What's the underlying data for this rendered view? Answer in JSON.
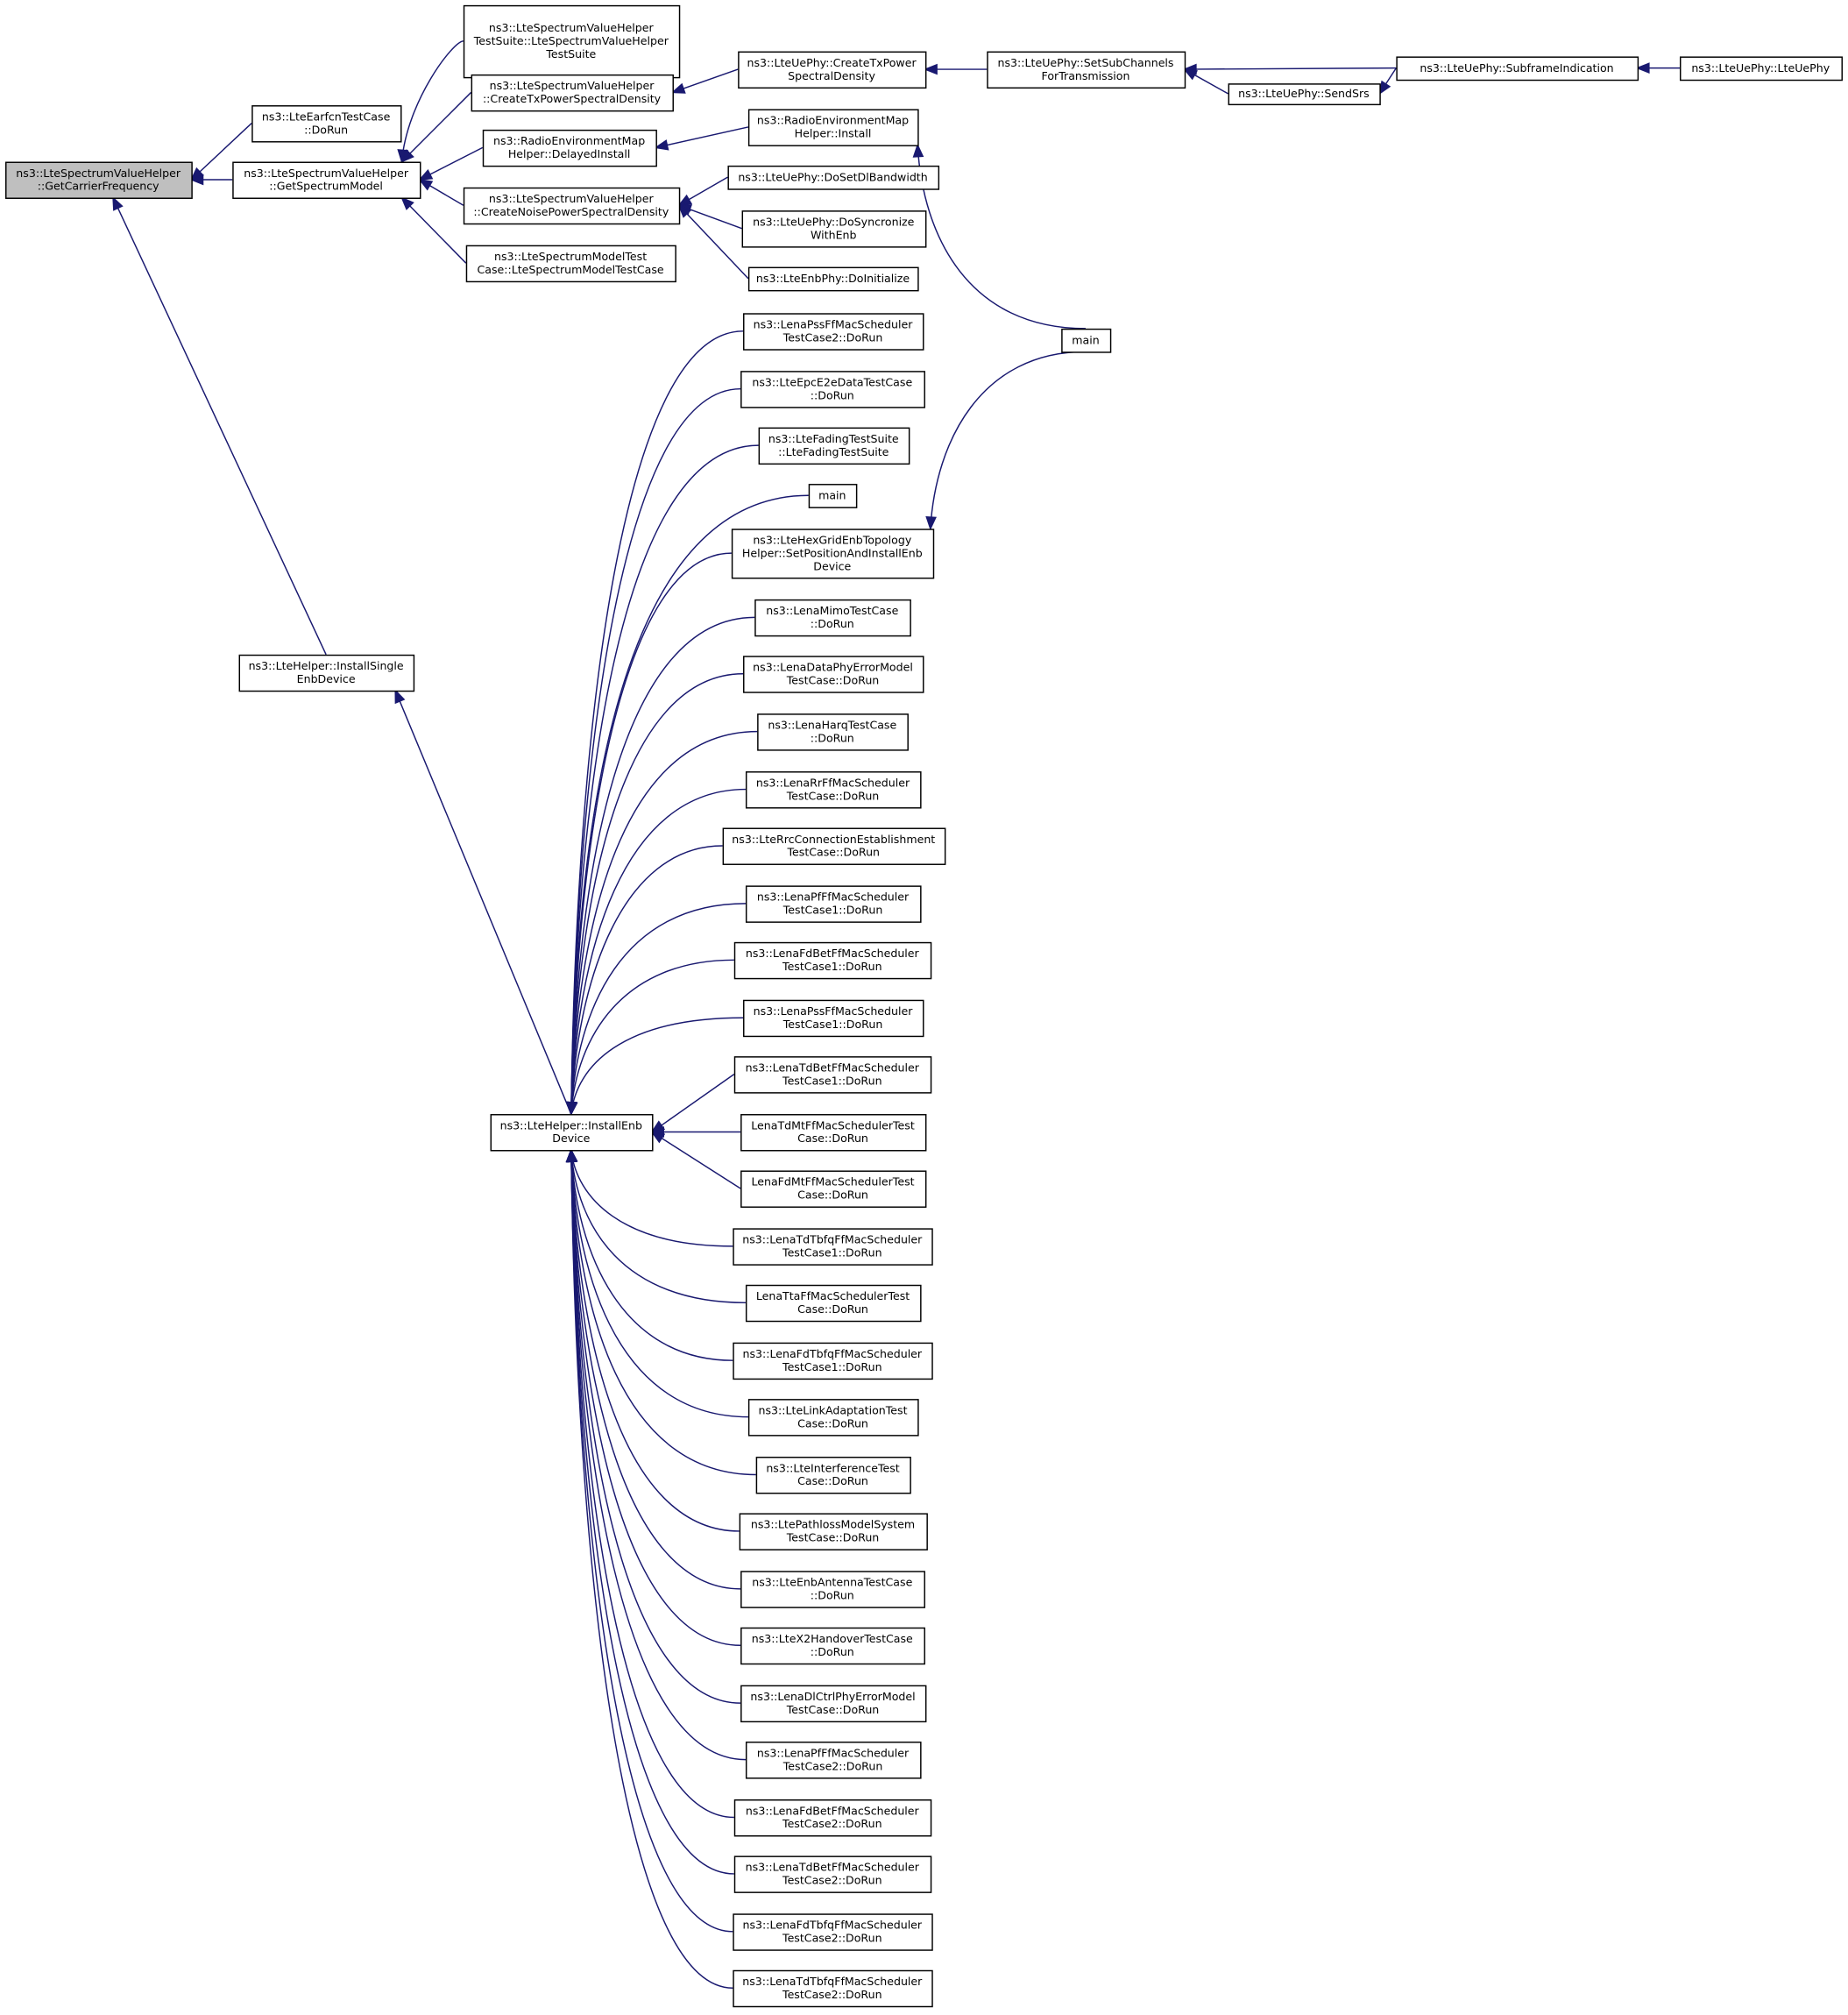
{
  "graph": {
    "colors": {
      "edge": "#191970",
      "root_fill": "#bfbfbf",
      "node_fill": "#ffffff"
    },
    "root": "root",
    "nodes": [
      {
        "id": "root",
        "lines": [
          "ns3::LteSpectrumValueHelper",
          "::GetCarrierFrequency"
        ]
      },
      {
        "id": "earfcn",
        "lines": [
          "ns3::LteEarfcnTestCase",
          "::DoRun"
        ]
      },
      {
        "id": "getspec",
        "lines": [
          "ns3::LteSpectrumValueHelper",
          "::GetSpectrumModel"
        ]
      },
      {
        "id": "testsuite",
        "lines": [
          "ns3::LteSpectrumValueHelper",
          "TestSuite::LteSpectrumValueHelper",
          "TestSuite"
        ]
      },
      {
        "id": "createtx",
        "lines": [
          "ns3::LteSpectrumValueHelper",
          "::CreateTxPowerSpectralDensity"
        ]
      },
      {
        "id": "remdelayed",
        "lines": [
          "ns3::RadioEnvironmentMap",
          "Helper::DelayedInstall"
        ]
      },
      {
        "id": "createnoise",
        "lines": [
          "ns3::LteSpectrumValueHelper",
          "::CreateNoisePowerSpectralDensity"
        ]
      },
      {
        "id": "specmodeltc",
        "lines": [
          "ns3::LteSpectrumModelTest",
          "Case::LteSpectrumModelTestCase"
        ]
      },
      {
        "id": "uecreatetx",
        "lines": [
          "ns3::LteUePhy::CreateTxPower",
          "SpectralDensity"
        ]
      },
      {
        "id": "reminstall",
        "lines": [
          "ns3::RadioEnvironmentMap",
          "Helper::Install"
        ]
      },
      {
        "id": "dosetdl",
        "lines": [
          "ns3::LteUePhy::DoSetDlBandwidth"
        ]
      },
      {
        "id": "dosync",
        "lines": [
          "ns3::LteUePhy::DoSyncronize",
          "WithEnb"
        ]
      },
      {
        "id": "enbinit",
        "lines": [
          "ns3::LteEnbPhy::DoInitialize"
        ]
      },
      {
        "id": "setsub",
        "lines": [
          "ns3::LteUePhy::SetSubChannels",
          "ForTransmission"
        ]
      },
      {
        "id": "sendsrs",
        "lines": [
          "ns3::LteUePhy::SendSrs"
        ]
      },
      {
        "id": "subframe",
        "lines": [
          "ns3::LteUePhy::SubframeIndication"
        ]
      },
      {
        "id": "uephyctor",
        "lines": [
          "ns3::LteUePhy::LteUePhy"
        ]
      },
      {
        "id": "main1",
        "lines": [
          "main"
        ]
      },
      {
        "id": "installsingle",
        "lines": [
          "ns3::LteHelper::InstallSingle",
          "EnbDevice"
        ]
      },
      {
        "id": "installenb",
        "lines": [
          "ns3::LteHelper::InstallEnb",
          "Device"
        ]
      },
      {
        "id": "c1",
        "lines": [
          "ns3::LenaPssFfMacScheduler",
          "TestCase2::DoRun"
        ]
      },
      {
        "id": "c2",
        "lines": [
          "ns3::LteEpcE2eDataTestCase",
          "::DoRun"
        ]
      },
      {
        "id": "c3",
        "lines": [
          "ns3::LteFadingTestSuite",
          "::LteFadingTestSuite"
        ]
      },
      {
        "id": "c4",
        "lines": [
          "main"
        ]
      },
      {
        "id": "c5",
        "lines": [
          "ns3::LteHexGridEnbTopology",
          "Helper::SetPositionAndInstallEnb",
          "Device"
        ]
      },
      {
        "id": "c6",
        "lines": [
          "ns3::LenaMimoTestCase",
          "::DoRun"
        ]
      },
      {
        "id": "c7",
        "lines": [
          "ns3::LenaDataPhyErrorModel",
          "TestCase::DoRun"
        ]
      },
      {
        "id": "c8",
        "lines": [
          "ns3::LenaHarqTestCase",
          "::DoRun"
        ]
      },
      {
        "id": "c9",
        "lines": [
          "ns3::LenaRrFfMacScheduler",
          "TestCase::DoRun"
        ]
      },
      {
        "id": "c10",
        "lines": [
          "ns3::LteRrcConnectionEstablishment",
          "TestCase::DoRun"
        ]
      },
      {
        "id": "c11",
        "lines": [
          "ns3::LenaPfFfMacScheduler",
          "TestCase1::DoRun"
        ]
      },
      {
        "id": "c12",
        "lines": [
          "ns3::LenaFdBetFfMacScheduler",
          "TestCase1::DoRun"
        ]
      },
      {
        "id": "c13",
        "lines": [
          "ns3::LenaPssFfMacScheduler",
          "TestCase1::DoRun"
        ]
      },
      {
        "id": "c14",
        "lines": [
          "ns3::LenaTdBetFfMacScheduler",
          "TestCase1::DoRun"
        ]
      },
      {
        "id": "c15",
        "lines": [
          "LenaTdMtFfMacSchedulerTest",
          "Case::DoRun"
        ]
      },
      {
        "id": "c16",
        "lines": [
          "LenaFdMtFfMacSchedulerTest",
          "Case::DoRun"
        ]
      },
      {
        "id": "c17",
        "lines": [
          "ns3::LenaTdTbfqFfMacScheduler",
          "TestCase1::DoRun"
        ]
      },
      {
        "id": "c18",
        "lines": [
          "LenaTtaFfMacSchedulerTest",
          "Case::DoRun"
        ]
      },
      {
        "id": "c19",
        "lines": [
          "ns3::LenaFdTbfqFfMacScheduler",
          "TestCase1::DoRun"
        ]
      },
      {
        "id": "c20",
        "lines": [
          "ns3::LteLinkAdaptationTest",
          "Case::DoRun"
        ]
      },
      {
        "id": "c21",
        "lines": [
          "ns3::LteInterferenceTest",
          "Case::DoRun"
        ]
      },
      {
        "id": "c22",
        "lines": [
          "ns3::LtePathlossModelSystem",
          "TestCase::DoRun"
        ]
      },
      {
        "id": "c23",
        "lines": [
          "ns3::LteEnbAntennaTestCase",
          "::DoRun"
        ]
      },
      {
        "id": "c24",
        "lines": [
          "ns3::LteX2HandoverTestCase",
          "::DoRun"
        ]
      },
      {
        "id": "c25",
        "lines": [
          "ns3::LenaDlCtrlPhyErrorModel",
          "TestCase::DoRun"
        ]
      },
      {
        "id": "c26",
        "lines": [
          "ns3::LenaPfFfMacScheduler",
          "TestCase2::DoRun"
        ]
      },
      {
        "id": "c27",
        "lines": [
          "ns3::LenaFdBetFfMacScheduler",
          "TestCase2::DoRun"
        ]
      },
      {
        "id": "c28",
        "lines": [
          "ns3::LenaTdBetFfMacScheduler",
          "TestCase2::DoRun"
        ]
      },
      {
        "id": "c29",
        "lines": [
          "ns3::LenaFdTbfqFfMacScheduler",
          "TestCase2::DoRun"
        ]
      },
      {
        "id": "c30",
        "lines": [
          "ns3::LenaTdTbfqFfMacScheduler",
          "TestCase2::DoRun"
        ]
      }
    ],
    "edges": [
      [
        "earfcn",
        "root"
      ],
      [
        "getspec",
        "root"
      ],
      [
        "installsingle",
        "root"
      ],
      [
        "testsuite",
        "getspec"
      ],
      [
        "createtx",
        "getspec"
      ],
      [
        "remdelayed",
        "getspec"
      ],
      [
        "createnoise",
        "getspec"
      ],
      [
        "specmodeltc",
        "getspec"
      ],
      [
        "uecreatetx",
        "createtx"
      ],
      [
        "reminstall",
        "remdelayed"
      ],
      [
        "dosetdl",
        "createnoise"
      ],
      [
        "dosync",
        "createnoise"
      ],
      [
        "enbinit",
        "createnoise"
      ],
      [
        "setsub",
        "uecreatetx"
      ],
      [
        "subframe",
        "setsub"
      ],
      [
        "sendsrs",
        "setsub"
      ],
      [
        "subframe",
        "sendsrs"
      ],
      [
        "uephyctor",
        "subframe"
      ],
      [
        "main1",
        "reminstall"
      ],
      [
        "main1",
        "c5"
      ],
      [
        "installenb",
        "installsingle"
      ],
      [
        "c1",
        "installenb"
      ],
      [
        "c2",
        "installenb"
      ],
      [
        "c3",
        "installenb"
      ],
      [
        "c4",
        "installenb"
      ],
      [
        "c5",
        "installenb"
      ],
      [
        "c6",
        "installenb"
      ],
      [
        "c7",
        "installenb"
      ],
      [
        "c8",
        "installenb"
      ],
      [
        "c9",
        "installenb"
      ],
      [
        "c10",
        "installenb"
      ],
      [
        "c11",
        "installenb"
      ],
      [
        "c12",
        "installenb"
      ],
      [
        "c13",
        "installenb"
      ],
      [
        "c14",
        "installenb"
      ],
      [
        "c15",
        "installenb"
      ],
      [
        "c16",
        "installenb"
      ],
      [
        "c17",
        "installenb"
      ],
      [
        "c18",
        "installenb"
      ],
      [
        "c19",
        "installenb"
      ],
      [
        "c20",
        "installenb"
      ],
      [
        "c21",
        "installenb"
      ],
      [
        "c22",
        "installenb"
      ],
      [
        "c23",
        "installenb"
      ],
      [
        "c24",
        "installenb"
      ],
      [
        "c25",
        "installenb"
      ],
      [
        "c26",
        "installenb"
      ],
      [
        "c27",
        "installenb"
      ],
      [
        "c28",
        "installenb"
      ],
      [
        "c29",
        "installenb"
      ],
      [
        "c30",
        "installenb"
      ]
    ]
  }
}
